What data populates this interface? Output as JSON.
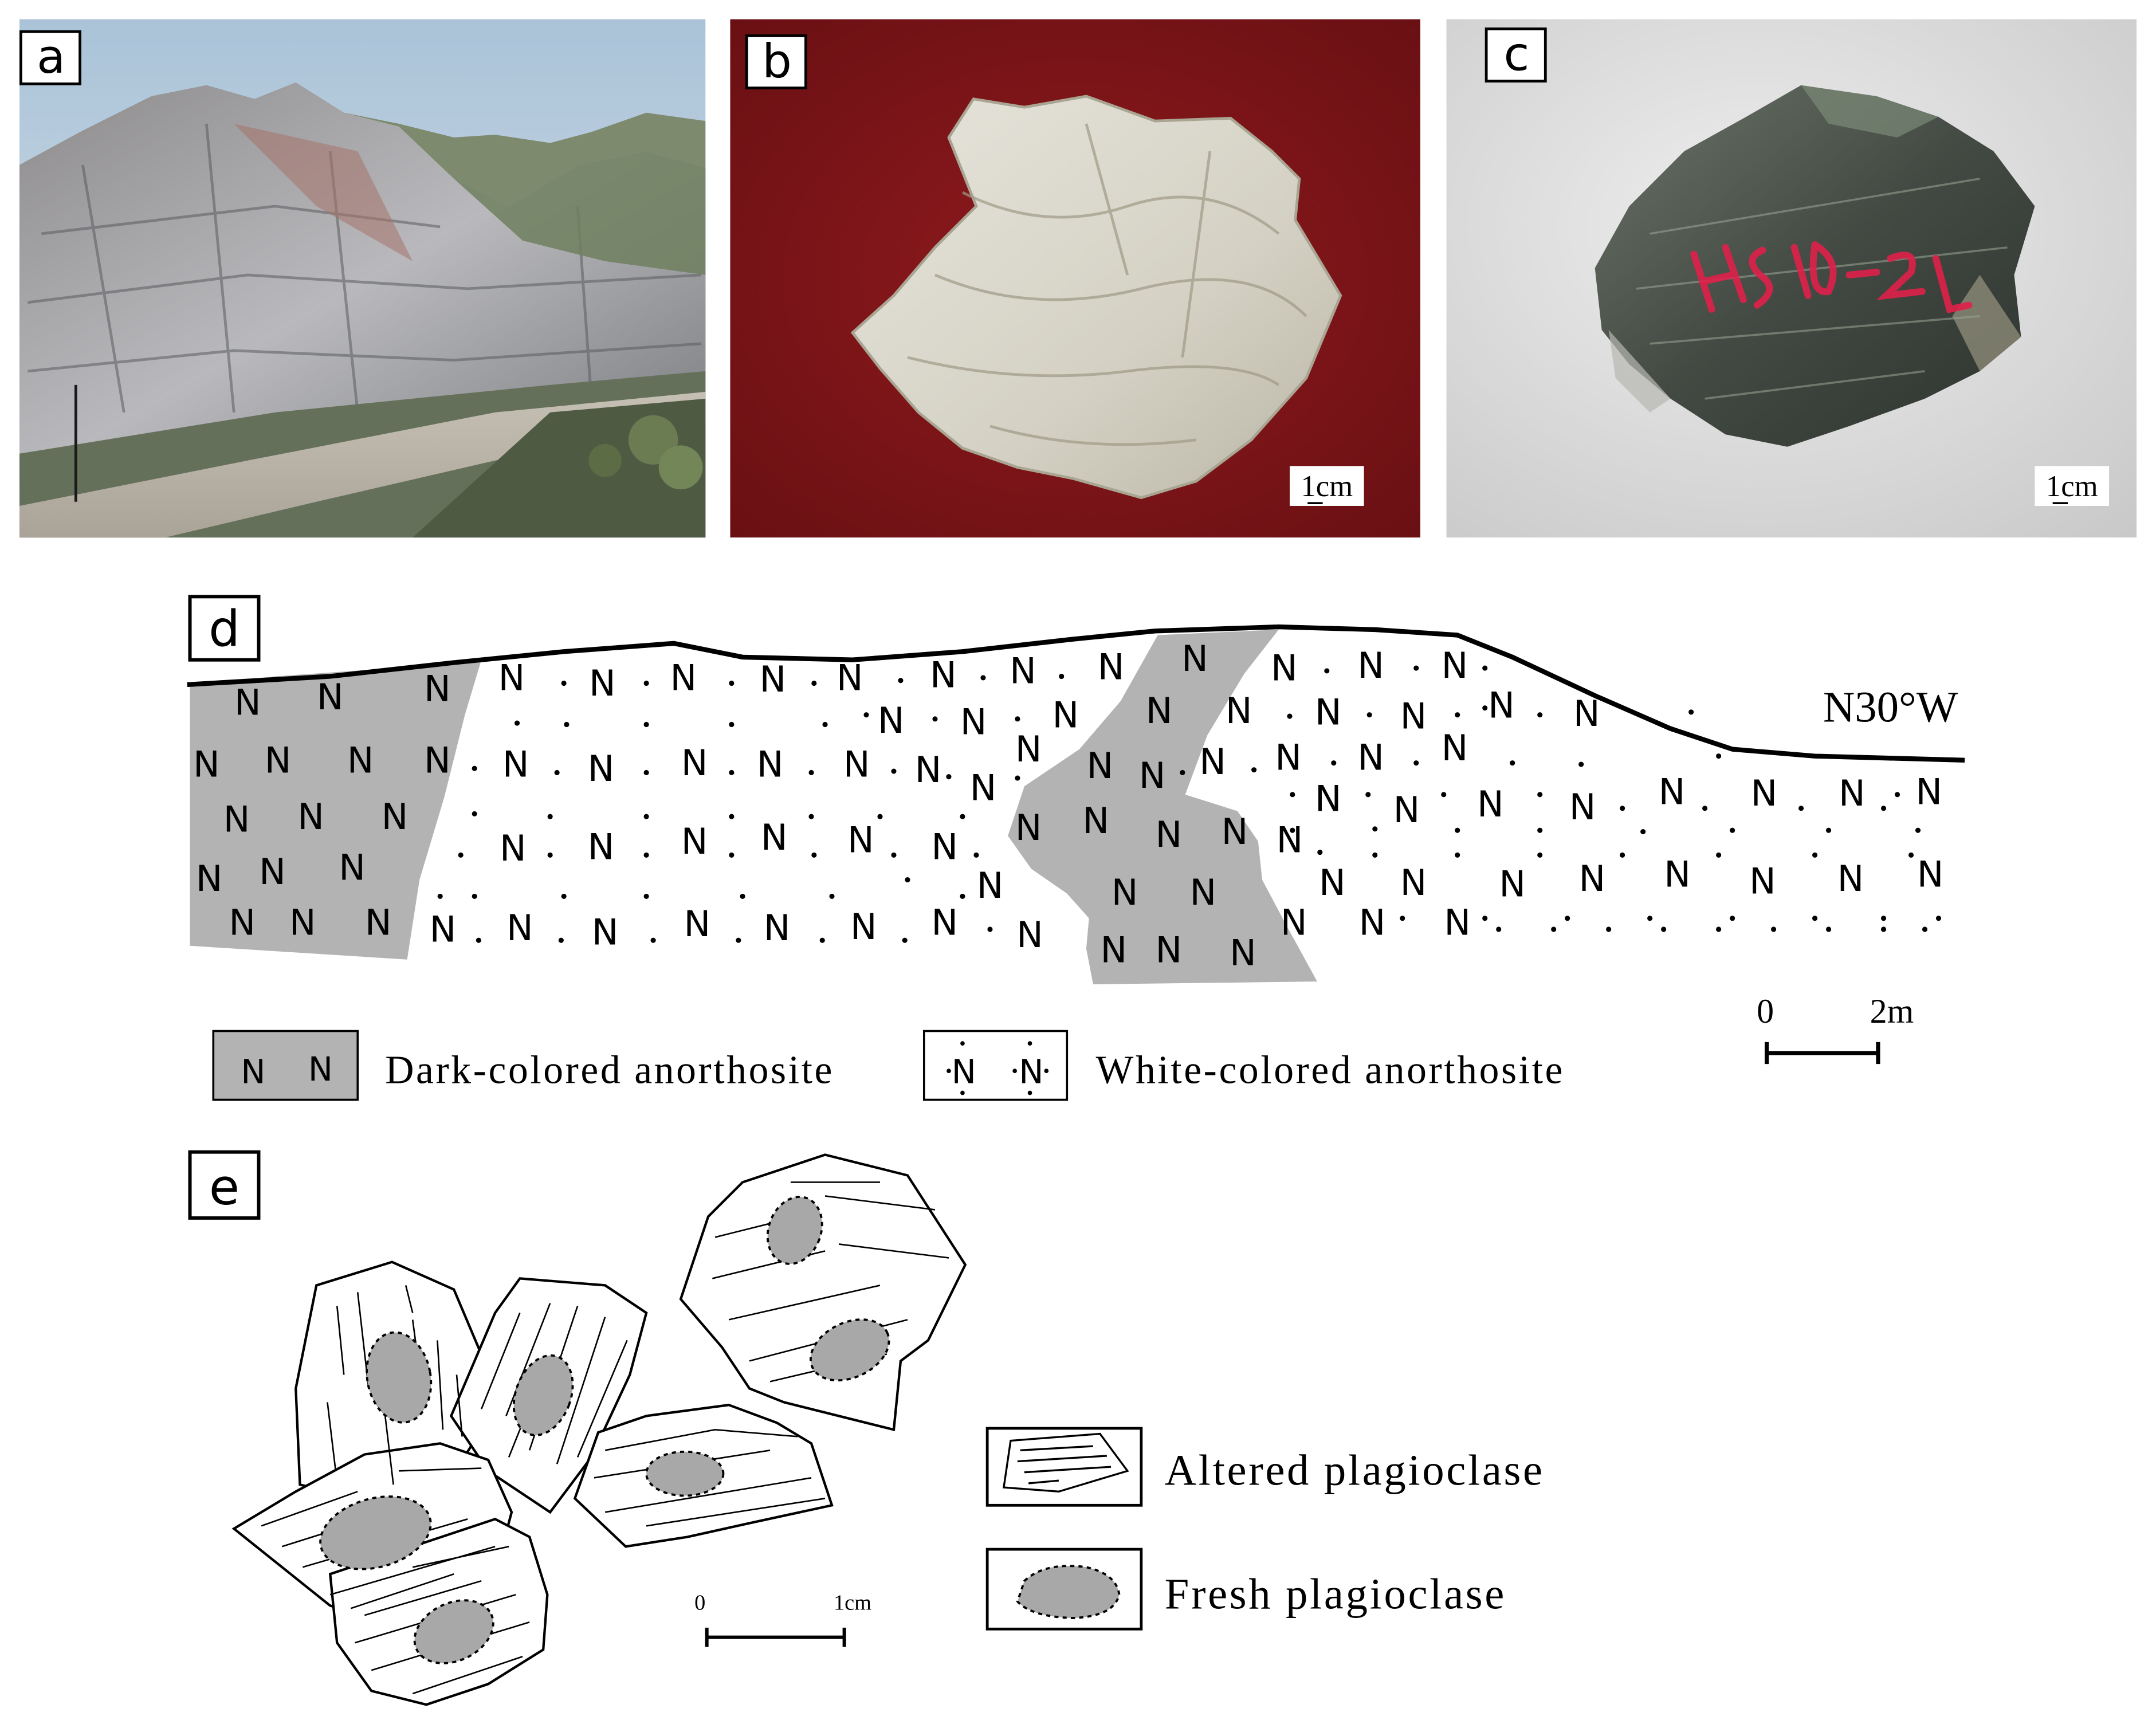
{
  "panels": {
    "a": {
      "label": "a"
    },
    "b": {
      "label": "b",
      "scale_label": "1cm"
    },
    "c": {
      "label": "c",
      "scale_label": "1cm",
      "sample_marking": "HS10-2L"
    },
    "d": {
      "label": "d",
      "orientation": "N30°W",
      "scale_start": "0",
      "scale_end": "2m",
      "legend_dark": "Dark-colored anorthosite",
      "legend_white": "White-colored anorthosite",
      "symbol": "N"
    },
    "e": {
      "label": "e",
      "scale_start": "0",
      "scale_end": "1cm",
      "legend_altered": "Altered plagioclase",
      "legend_fresh": "Fresh plagioclase"
    }
  },
  "colors": {
    "dark_anorthosite": "#b3b3b3",
    "fresh_plagioclase": "#a8a8a8",
    "sample_b_background": "#7e1418",
    "sample_marking": "#e0204a"
  }
}
